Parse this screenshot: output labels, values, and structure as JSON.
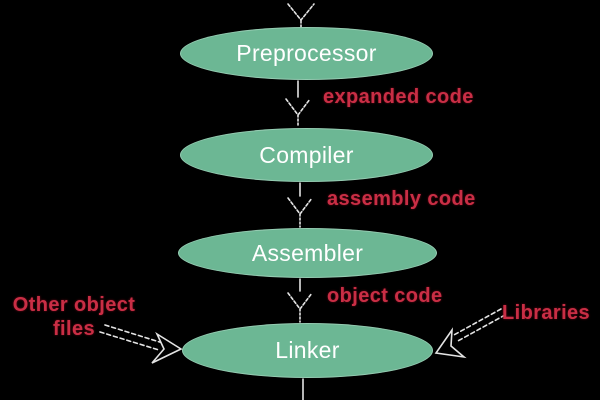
{
  "diagram": {
    "background_color": "#000000",
    "node_fill_color": "#6cb794",
    "node_text_color": "#ffffff",
    "label_text_color": "#c92e45",
    "arrow_color": "#e3e3e3",
    "nodes": [
      {
        "id": "preprocessor",
        "label": "Preprocessor"
      },
      {
        "id": "compiler",
        "label": "Compiler"
      },
      {
        "id": "assembler",
        "label": "Assembler"
      },
      {
        "id": "linker",
        "label": "Linker"
      }
    ],
    "edge_labels": [
      {
        "id": "expanded-code",
        "text": "expanded code"
      },
      {
        "id": "assembly-code",
        "text": "assembly code"
      },
      {
        "id": "object-code",
        "text": "object code"
      }
    ],
    "side_labels": {
      "other_object_files": {
        "text": "Other object files",
        "line1": "Other object",
        "line2": "files"
      },
      "libraries": {
        "text": "Libraries"
      }
    }
  }
}
